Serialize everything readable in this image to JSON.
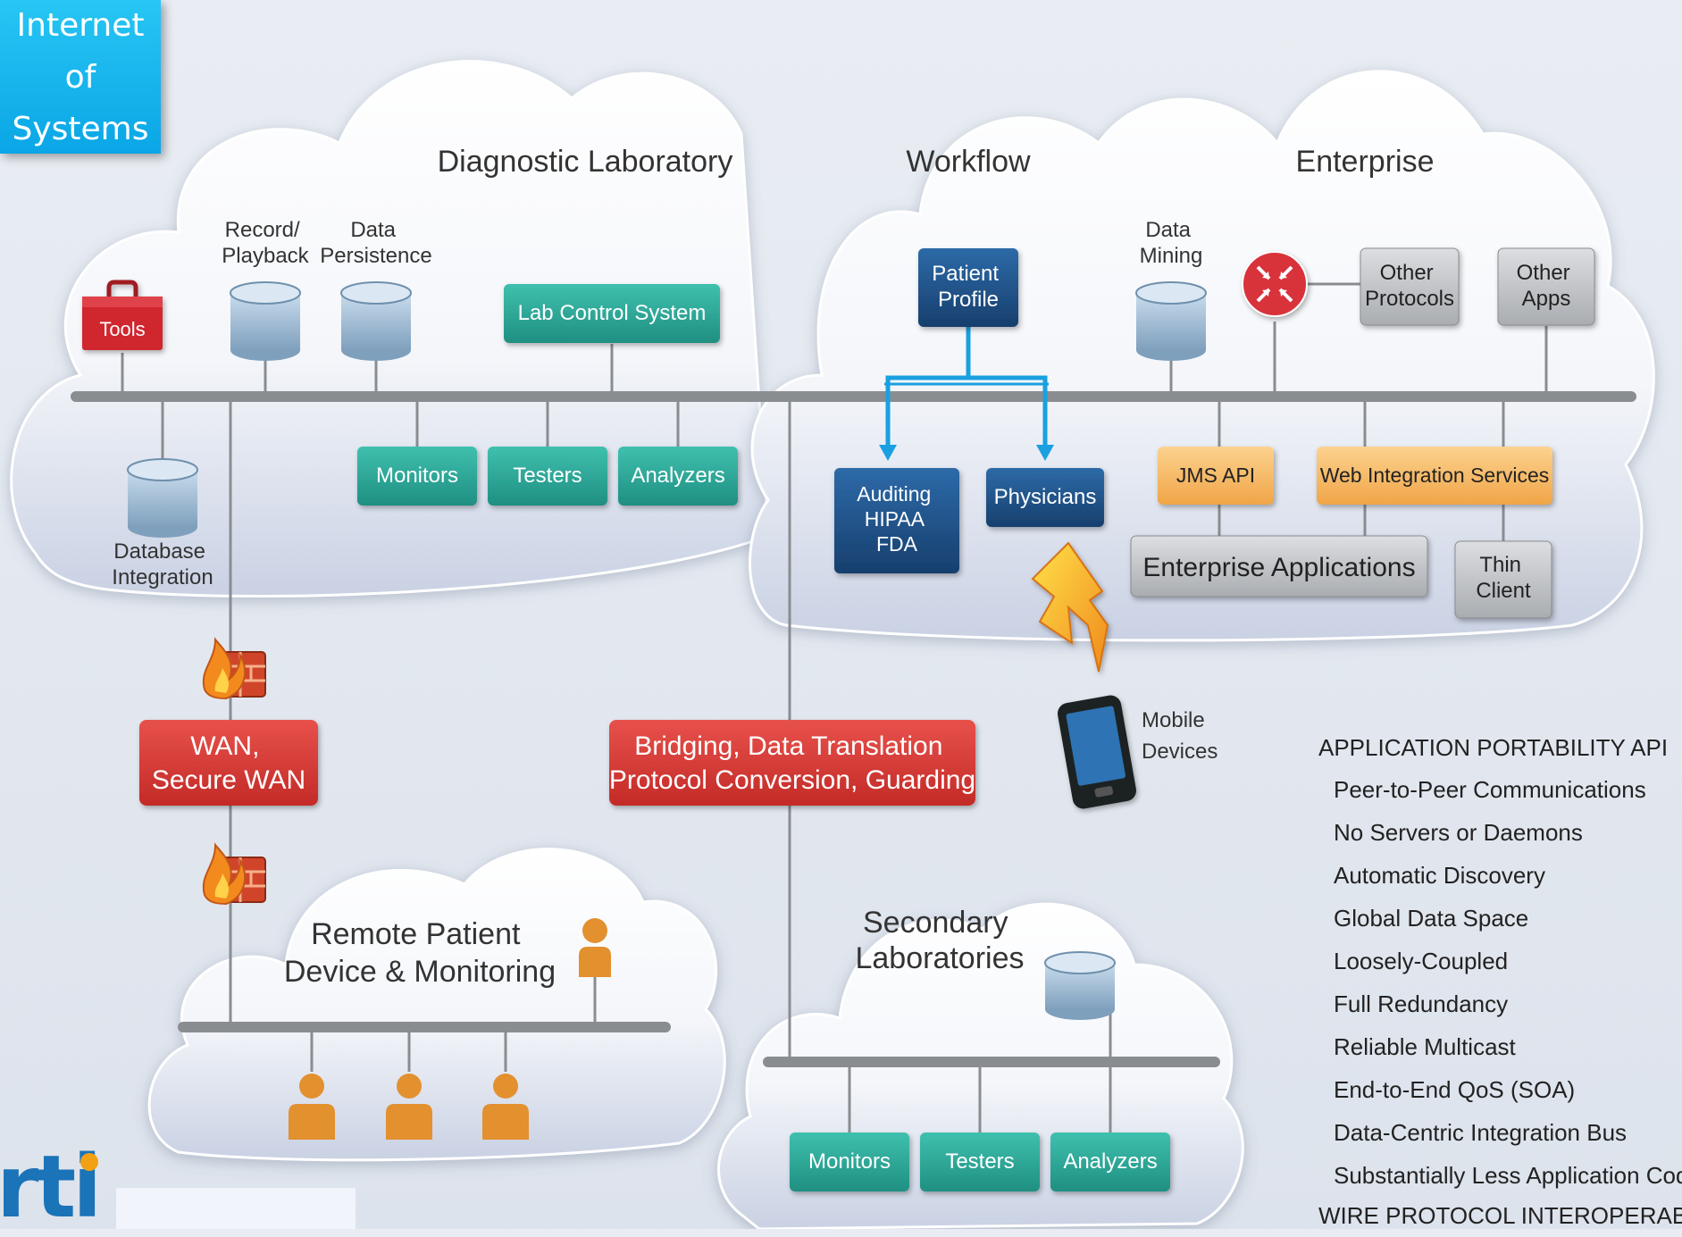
{
  "badge": {
    "lines": [
      "Internet",
      "of",
      "Systems"
    ]
  },
  "logo": {
    "text": "rti"
  },
  "clouds": {
    "diagnostic": "Diagnostic Laboratory",
    "workflow": "Workflow",
    "enterprise": "Enterprise",
    "remote": [
      "Remote Patient",
      "Device & Monitoring"
    ],
    "secondary": [
      "Secondary",
      "Laboratories"
    ]
  },
  "db_labels": {
    "record": [
      "Record/",
      "Playback"
    ],
    "persistence": [
      "Data",
      "Persistence"
    ],
    "database_integration": [
      "Database",
      "Integration"
    ],
    "data_mining": [
      "Data",
      "Mining"
    ]
  },
  "boxes": {
    "tools": "Tools",
    "lab_control": "Lab Control System",
    "monitors": "Monitors",
    "testers": "Testers",
    "analyzers": "Analyzers",
    "patient_profile": [
      "Patient",
      "Profile"
    ],
    "auditing": [
      "Auditing",
      "HIPAA",
      "FDA"
    ],
    "physicians": "Physicians",
    "other_protocols": [
      "Other",
      "Protocols"
    ],
    "other_apps": [
      "Other",
      "Apps"
    ],
    "jms_api": "JMS API",
    "web_integration": "Web Integration Services",
    "enterprise_apps": "Enterprise Applications",
    "thin_client": [
      "Thin",
      "Client"
    ],
    "wan": [
      "WAN,",
      "Secure WAN"
    ],
    "bridging": [
      "Bridging, Data Translation",
      "Protocol Conversion, Guarding"
    ],
    "sec_monitors": "Monitors",
    "sec_testers": "Testers",
    "sec_analyzers": "Analyzers"
  },
  "mobile": [
    "Mobile",
    "Devices"
  ],
  "api_list": {
    "heading": "APPLICATION PORTABILITY API",
    "items": [
      "Peer-to-Peer Communications",
      "No Servers or Daemons",
      "Automatic Discovery",
      "Global Data Space",
      "Loosely-Coupled",
      "Full Redundancy",
      "Reliable Multicast",
      "End-to-End QoS (SOA)",
      "Data-Centric Integration Bus",
      "Substantially Less Application Code"
    ],
    "footer": "WIRE PROTOCOL INTEROPERABILITY"
  },
  "colors": {
    "teal": "#2aa89a",
    "navy": "#1d4f86",
    "orange": "#f6b65a",
    "red": "#d83a35",
    "gray": "#c4c6c9",
    "bus": "#8a8d90",
    "arrow": "#1aa0e0",
    "person": "#e3902f"
  }
}
